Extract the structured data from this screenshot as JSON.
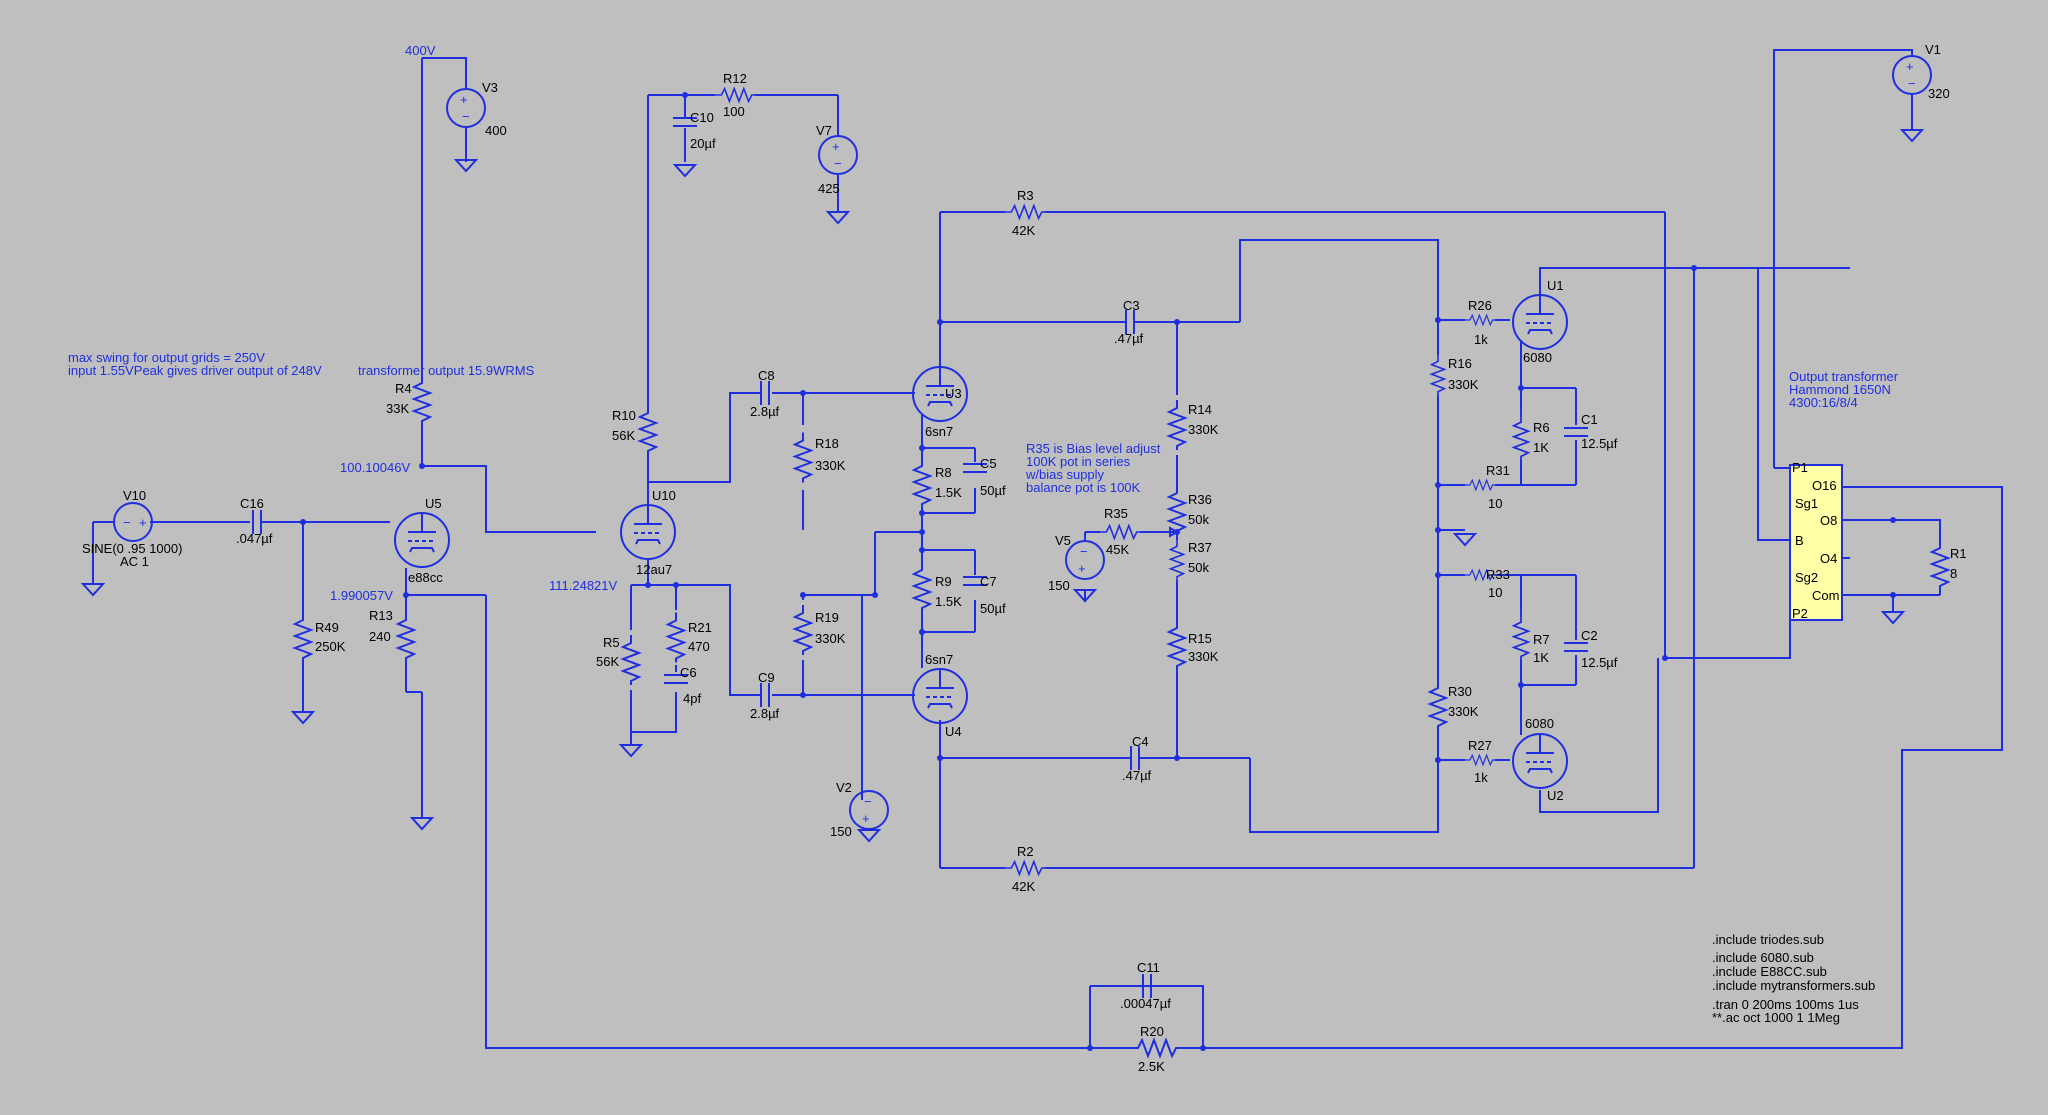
{
  "nets": {
    "v400": "400V",
    "v100": "100.10046V",
    "v1_99": "1.990057V",
    "v111": "111.24821V"
  },
  "notes": {
    "swing": "max swing for output grids = 250V",
    "input": "input 1.55VPeak gives driver output of 248V",
    "xfmr_out": "transformer output 15.9WRMS",
    "bias1": "R35 is Bias level adjust",
    "bias2": "100K pot in series",
    "bias3": "w/bias supply",
    "bias4": "balance pot is 100K",
    "ot1": "Output transformer",
    "ot2": "Hammond 1650N",
    "ot3": "4300:16/8/4"
  },
  "directives": [
    ".include triodes.sub",
    ".include 6080.sub",
    ".include E88CC.sub",
    ".include mytransformers.sub",
    ".tran 0 200ms 100ms 1us",
    "**.ac oct 1000 1 1Meg"
  ],
  "parts": {
    "V1": {
      "name": "V1",
      "value": "320"
    },
    "V2": {
      "name": "V2",
      "value": "150"
    },
    "V3": {
      "name": "V3",
      "value": "400"
    },
    "V5": {
      "name": "V5",
      "value": "150"
    },
    "V7": {
      "name": "V7",
      "value": "425"
    },
    "V10": {
      "name": "V10",
      "value": "SINE(0 .95 1000)",
      "value2": "AC 1"
    },
    "R1": {
      "name": "R1",
      "value": "8"
    },
    "R2": {
      "name": "R2",
      "value": "42K"
    },
    "R3": {
      "name": "R3",
      "value": "42K"
    },
    "R4": {
      "name": "R4",
      "value": "33K"
    },
    "R5": {
      "name": "R5",
      "value": "56K"
    },
    "R6": {
      "name": "R6",
      "value": "1K"
    },
    "R7": {
      "name": "R7",
      "value": "1K"
    },
    "R8": {
      "name": "R8",
      "value": "1.5K"
    },
    "R9": {
      "name": "R9",
      "value": "1.5K"
    },
    "R10": {
      "name": "R10",
      "value": "56K"
    },
    "R12": {
      "name": "R12",
      "value": "100"
    },
    "R13": {
      "name": "R13",
      "value": "240"
    },
    "R14": {
      "name": "R14",
      "value": "330K"
    },
    "R15": {
      "name": "R15",
      "value": "330K"
    },
    "R16": {
      "name": "R16",
      "value": "330K"
    },
    "R18": {
      "name": "R18",
      "value": "330K"
    },
    "R19": {
      "name": "R19",
      "value": "330K"
    },
    "R20": {
      "name": "R20",
      "value": "2.5K"
    },
    "R21": {
      "name": "R21",
      "value": "470"
    },
    "R26": {
      "name": "R26",
      "value": "1k"
    },
    "R27": {
      "name": "R27",
      "value": "1k"
    },
    "R30": {
      "name": "R30",
      "value": "330K"
    },
    "R31": {
      "name": "R31",
      "value": "10"
    },
    "R33": {
      "name": "R33",
      "value": "10"
    },
    "R35": {
      "name": "R35",
      "value": "45K"
    },
    "R36": {
      "name": "R36",
      "value": "50k"
    },
    "R37": {
      "name": "R37",
      "value": "50k"
    },
    "R49": {
      "name": "R49",
      "value": "250K"
    },
    "C1": {
      "name": "C1",
      "value": "12.5µf"
    },
    "C2": {
      "name": "C2",
      "value": "12.5µf"
    },
    "C3": {
      "name": "C3",
      "value": ".47µf"
    },
    "C4": {
      "name": "C4",
      "value": ".47µf"
    },
    "C5": {
      "name": "C5",
      "value": "50µf"
    },
    "C6": {
      "name": "C6",
      "value": "4pf"
    },
    "C7": {
      "name": "C7",
      "value": "50µf"
    },
    "C8": {
      "name": "C8",
      "value": "2.8µf"
    },
    "C9": {
      "name": "C9",
      "value": "2.8µf"
    },
    "C10": {
      "name": "C10",
      "value": "20µf"
    },
    "C11": {
      "name": "C11",
      "value": ".00047µf"
    },
    "C16": {
      "name": "C16",
      "value": ".047µf"
    },
    "U1": {
      "name": "U1",
      "value": "6080"
    },
    "U2": {
      "name": "U2",
      "value": "6080"
    },
    "U3": {
      "name": "U3",
      "value": "6sn7"
    },
    "U4": {
      "name": "U4",
      "value": "6sn7"
    },
    "U5": {
      "name": "U5",
      "value": "e88cc"
    },
    "U10": {
      "name": "U10",
      "value": "12au7"
    }
  },
  "xfmr_pins": {
    "p1": "P1",
    "sg1": "Sg1",
    "b": "B",
    "sg2": "Sg2",
    "p2": "P2",
    "o16": "O16",
    "o8": "O8",
    "o4": "O4",
    "com": "Com"
  }
}
